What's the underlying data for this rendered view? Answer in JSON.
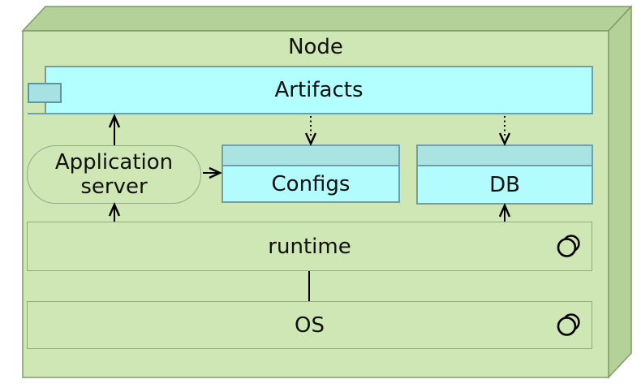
{
  "diagram": {
    "title": "Node",
    "components": {
      "artifacts": "Artifacts",
      "app_server": "Application server",
      "configs": "Configs",
      "db": "DB",
      "runtime": "runtime",
      "os": "OS"
    },
    "edges": [
      {
        "from": "Application server",
        "to": "Artifacts",
        "style": "solid-arrow"
      },
      {
        "from": "Application server",
        "to": "Configs",
        "style": "solid-arrow"
      },
      {
        "from": "Artifacts",
        "to": "Configs",
        "style": "dotted-arrow"
      },
      {
        "from": "Artifacts",
        "to": "DB",
        "style": "dotted-arrow"
      },
      {
        "from": "runtime",
        "to": "Application server",
        "style": "solid-arrow"
      },
      {
        "from": "runtime",
        "to": "DB",
        "style": "solid-arrow"
      },
      {
        "from": "runtime",
        "to": "OS",
        "style": "plain-line"
      }
    ],
    "colors": {
      "node_face": "#cfe6b5",
      "node_side": "#b4d199",
      "node_border": "#7f9c68",
      "artifact_fill": "#b3feff",
      "artifact_border": "#6f9fa9",
      "artifact_header_fill": "#a9e4e3",
      "port_fill": "#a6e1e3",
      "arrow_color": "#000000"
    }
  }
}
